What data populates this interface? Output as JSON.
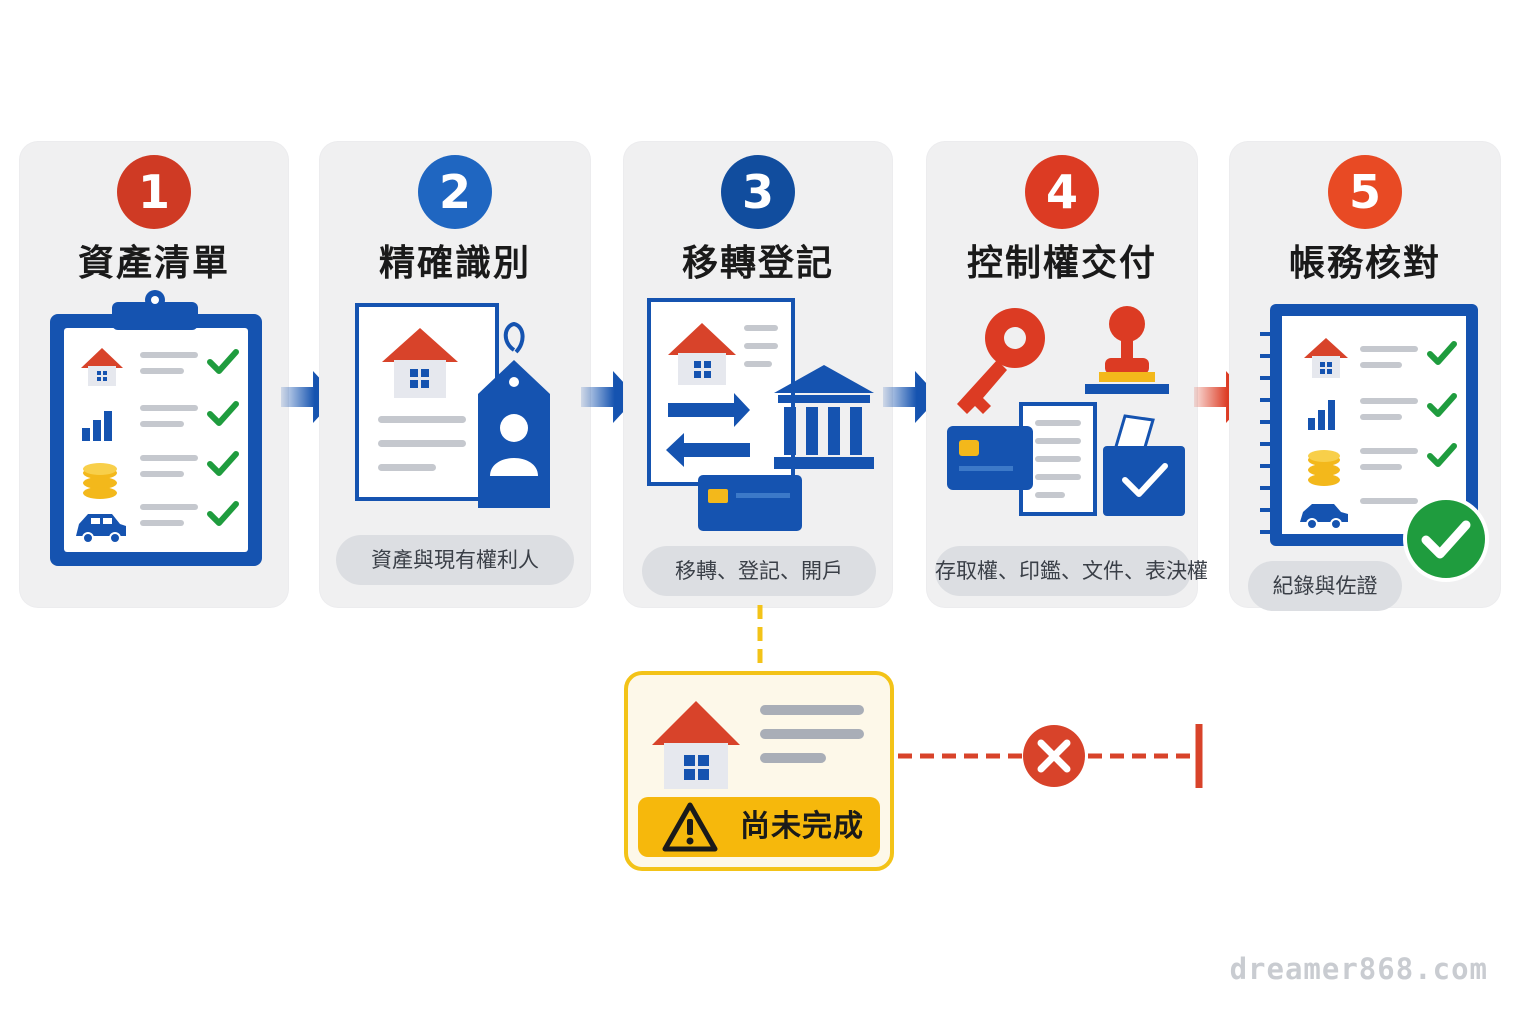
{
  "steps": [
    {
      "number": "1",
      "title": "資產清單",
      "caption": "",
      "color": "#cf3a24"
    },
    {
      "number": "2",
      "title": "精確識別",
      "caption": "資產與現有權利人",
      "color": "#1f66c1"
    },
    {
      "number": "3",
      "title": "移轉登記",
      "caption": "移轉、登記、開戶",
      "color": "#114d9e"
    },
    {
      "number": "4",
      "title": "控制權交付",
      "caption": "存取權、印鑑、文件、表決權",
      "color": "#dc3b23"
    },
    {
      "number": "5",
      "title": "帳務核對",
      "caption": "紀錄與佐證",
      "color": "#e84a24"
    }
  ],
  "warning": {
    "label": "尚未完成"
  },
  "watermark": "dreamer868.com",
  "colors": {
    "blue": "#1553b0",
    "red": "#d8432a",
    "green": "#1f9c3e",
    "yellow": "#f6b80c"
  },
  "icons": [
    "clipboard-checklist-icon",
    "document-tag-icon",
    "transfer-bank-icon",
    "key-stamp-card-icon",
    "ledger-check-icon",
    "warning-icon",
    "blocked-x-icon"
  ]
}
